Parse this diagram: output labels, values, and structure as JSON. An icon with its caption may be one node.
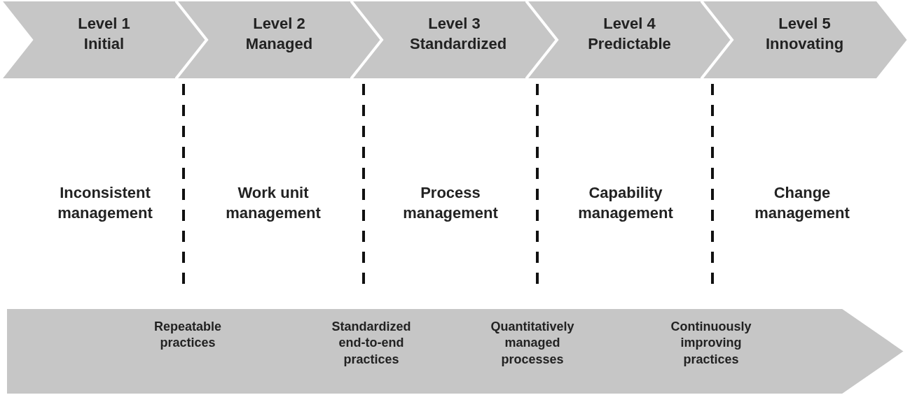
{
  "diagram": {
    "nodes": [
      {
        "text": [
          "Level 1 Initial"
        ]
      },
      {
        "text": [
          "Level 2 Managed"
        ]
      },
      {
        "text": [
          "Level 3 Standardized"
        ]
      },
      {
        "text": [
          "Level 4 Predictable"
        ]
      },
      {
        "text": [
          "Level 5 Innovating"
        ]
      },
      {
        "text": [
          "Repeatable practices",
          "Standardized end-to-end practices",
          "Quantitatively managed processes",
          "Continuously improving practices"
        ]
      }
    ],
    "edges": [],
    "labels": [
      "Inconsistent management",
      "Work unit management",
      "Process management",
      "Capability management",
      "Change management"
    ]
  }
}
